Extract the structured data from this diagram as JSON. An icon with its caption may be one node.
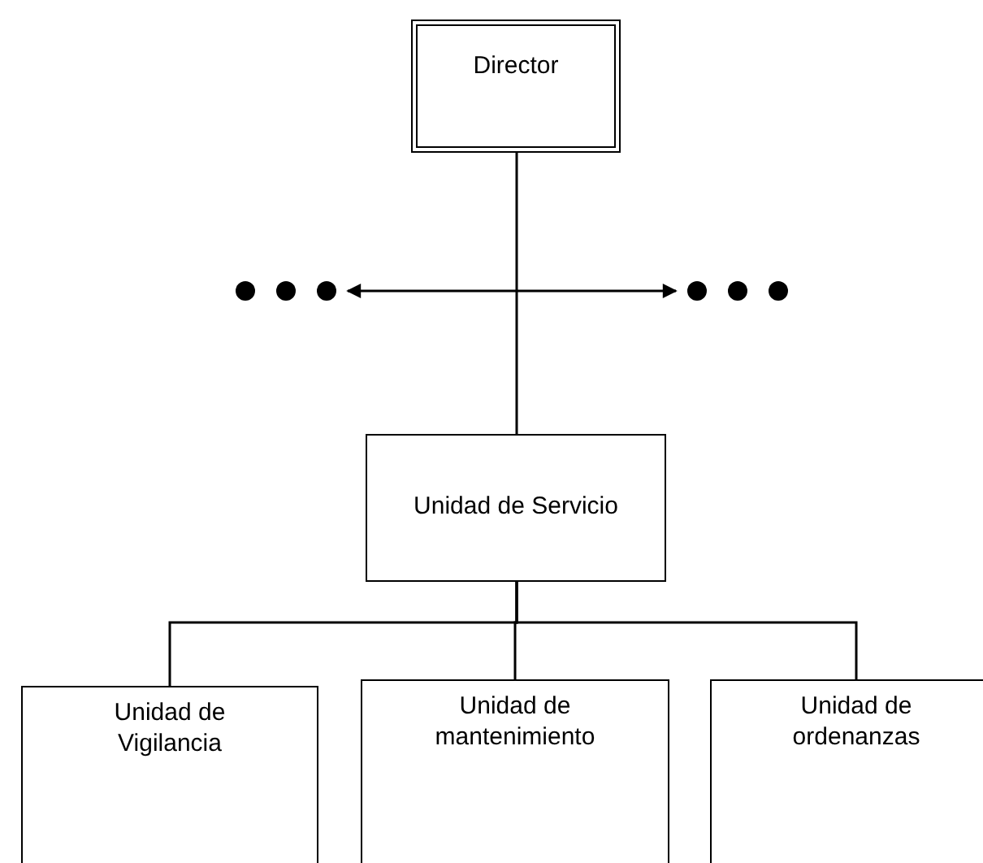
{
  "diagram": {
    "nodes": [
      {
        "text": [
          "Director"
        ]
      },
      {
        "text": [],
        "shape": "dots"
      },
      {
        "text": [],
        "shape": "dots"
      },
      {
        "text": [
          "Unidad de Servicio"
        ]
      },
      {
        "text": [
          "Unidad de Vigilancia"
        ]
      },
      {
        "text": [
          "Unidad de mantenimiento"
        ]
      },
      {
        "text": [
          "Unidad de ordenanzas"
        ]
      }
    ],
    "edges": [
      {
        "from": 0,
        "to": 3,
        "arrow": "none"
      },
      {
        "from": 1,
        "to": 2,
        "arrow": "both"
      },
      {
        "from": 3,
        "to": 4,
        "arrow": "none"
      },
      {
        "from": 3,
        "to": 5,
        "arrow": "none"
      },
      {
        "from": 3,
        "to": 6,
        "arrow": "none"
      }
    ]
  }
}
